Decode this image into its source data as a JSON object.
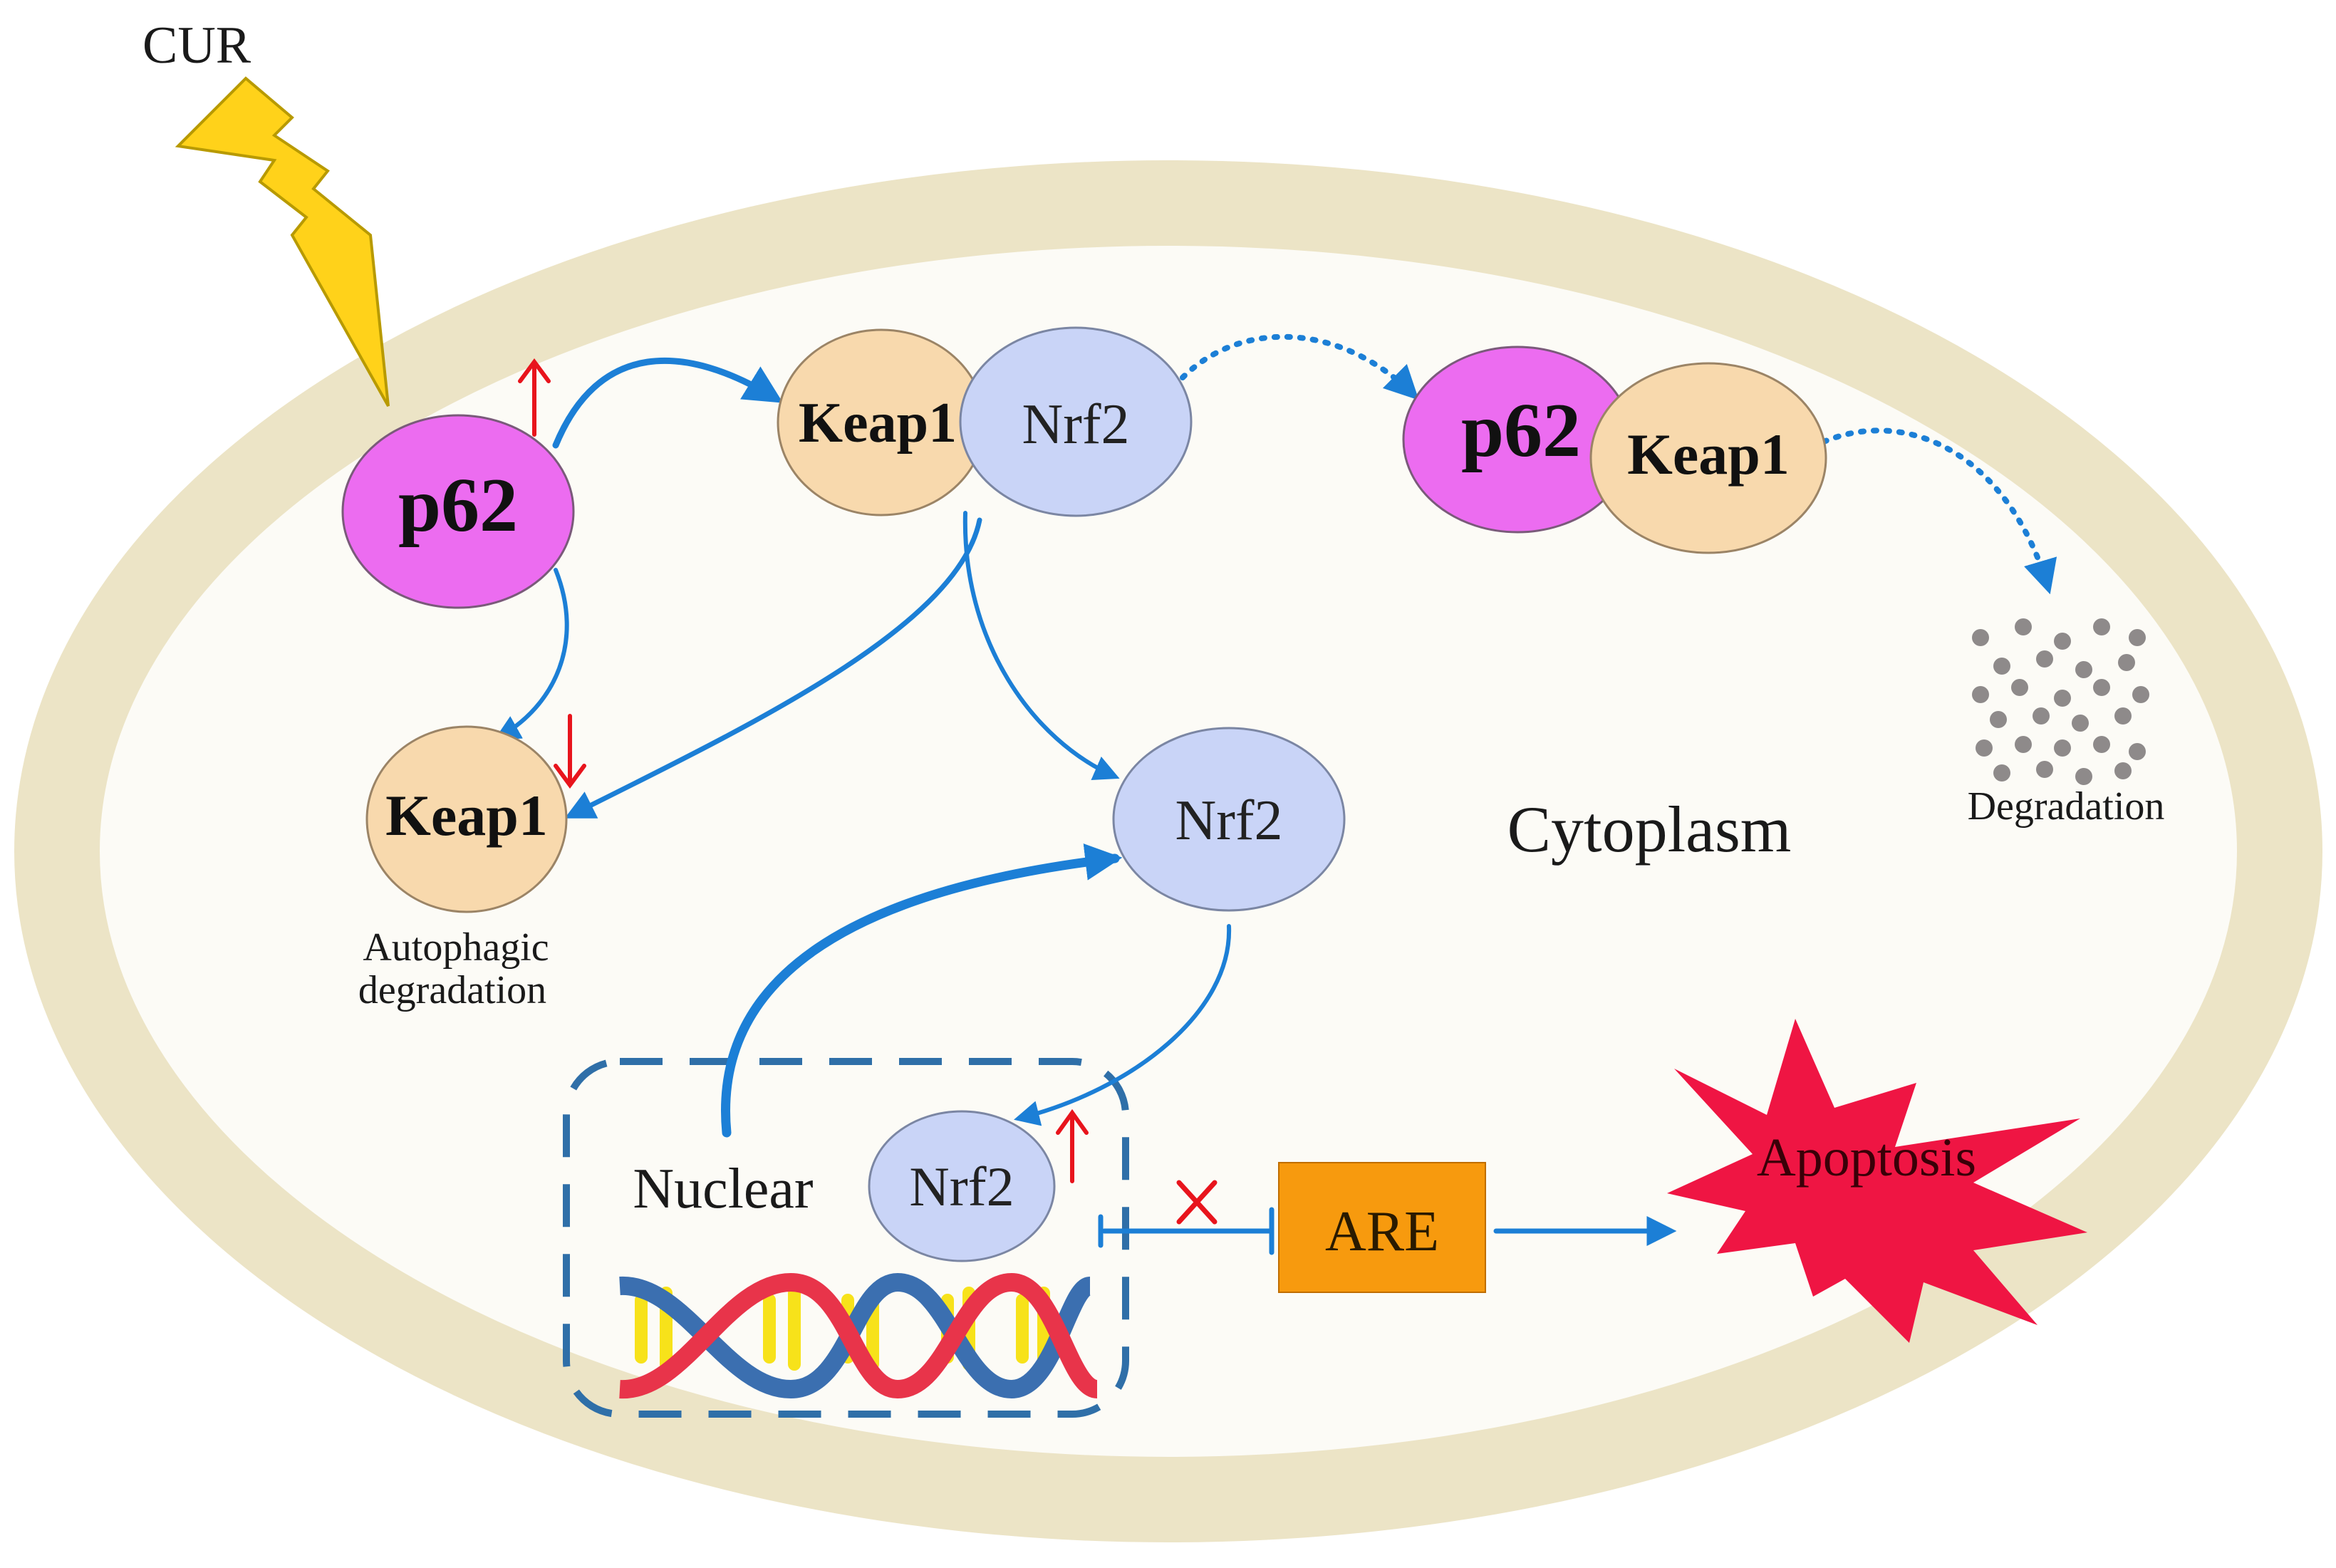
{
  "labels": {
    "cur": "CUR",
    "p62_main": "p62",
    "keap1_complex": "Keap1",
    "nrf2_complex": "Nrf2",
    "p62_right": "p62",
    "keap1_right": "Keap1",
    "keap1_lower": "Keap1",
    "nrf2_middle": "Nrf2",
    "nrf2_nucleus": "Nrf2",
    "cytoplasm": "Cytoplasm",
    "degradation": "Degradation",
    "autophagic_line1": "Autophagic",
    "autophagic_line2": "degradation",
    "nuclear": "Nuclear",
    "are": "ARE",
    "apoptosis": "Apoptosis"
  },
  "colors": {
    "cell_background": "#fcfbf6",
    "membrane": "#ece4c6",
    "p62": "#ec6cf0",
    "keap1": "#f8d9ad",
    "nrf2": "#c9d4f7",
    "arrow": "#1c7fd6",
    "up_down_marker": "#e8141c",
    "are_box": "#f79a0e",
    "apoptosis_star": "#ef1543",
    "lightning": "#ffd21a",
    "nucleus_border": "#2f6fa8",
    "degradation_dots": "#8e8a8a",
    "dna_red": "#e8344a",
    "dna_blue": "#3b6fb0",
    "dna_yellow": "#f7e21a"
  },
  "icons": {
    "stimulus": "lightning-bolt-icon",
    "dna": "dna-double-helix-icon",
    "apoptosis": "burst-star-icon",
    "inhibition": "red-cross-icon"
  }
}
